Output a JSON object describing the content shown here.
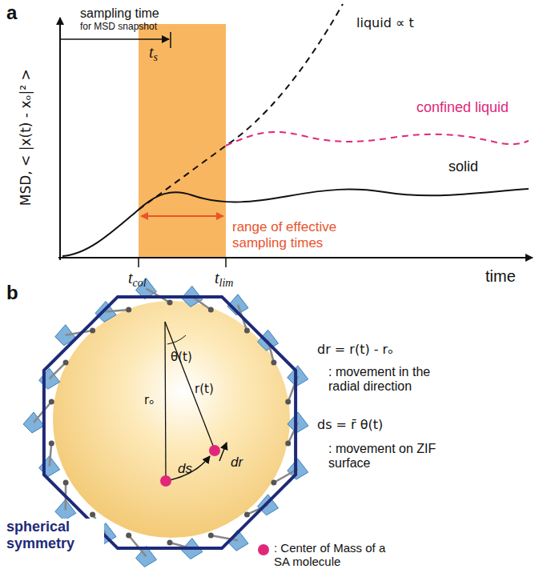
{
  "diagram": {
    "labels": [
      "a",
      "sampling time",
      "for MSD snapshot",
      "ts",
      "MSD, < |x(t) - xₒ|² >",
      "liquid ∝ t",
      "confined liquid",
      "solid",
      "range of effective sampling times",
      "tcol",
      "tlim",
      "time",
      "b",
      "θ(t)",
      "rₒ",
      "r(t)",
      "dr",
      "ds",
      "spherical symmetry",
      "dr = r(t) - rₒ",
      ": movement in the radial direction",
      "ds = r̄ θ(t)",
      ": movement on ZIF surface"
    ],
    "legend": [
      {
        "text": ": Center of Mass of a SA molecule",
        "color": "#e0287a"
      }
    ]
  }
}
